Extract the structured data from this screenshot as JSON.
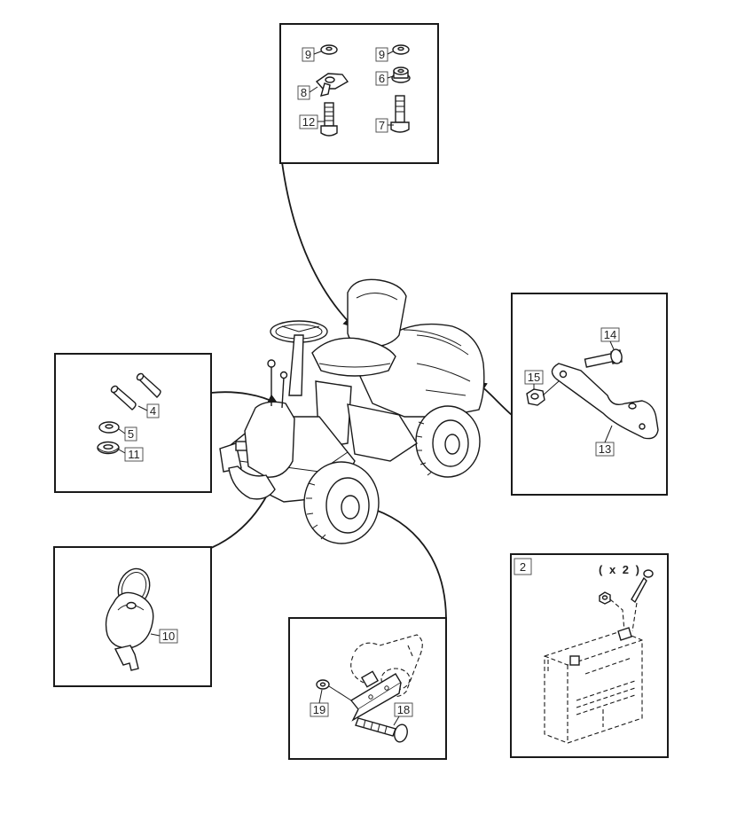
{
  "callouts": {
    "washer_9a": "9",
    "knob_8": "8",
    "bolt_12": "12",
    "washer_9b": "9",
    "bushing_6": "6",
    "bolt_7": "7",
    "pin_4": "4",
    "washer_5": "5",
    "washer_11": "11",
    "key_10": "10",
    "bolt_14": "14",
    "nut_15": "15",
    "bracket_13": "13",
    "washer_19": "19",
    "bolt_18": "18",
    "battery_kit_2": "2"
  },
  "battery_panel": {
    "quantity_label": "( x 2 )"
  },
  "colors": {
    "line": "#1a1a1a",
    "background": "#ffffff"
  }
}
